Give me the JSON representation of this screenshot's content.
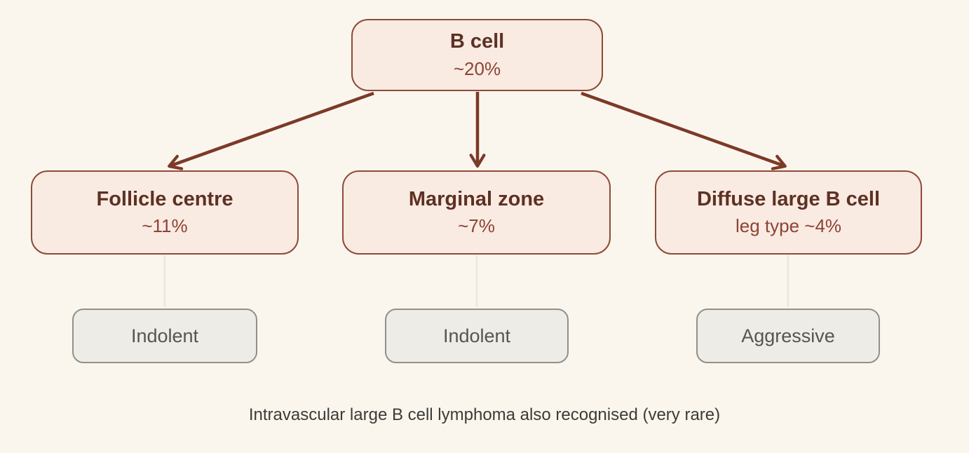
{
  "diagram": {
    "type": "flowchart",
    "root": {
      "title": "B cell",
      "subtitle": "~20%"
    },
    "children": [
      {
        "title": "Follicle centre",
        "subtitle": "~11%",
        "behaviour": "Indolent"
      },
      {
        "title": "Marginal zone",
        "subtitle": "~7%",
        "behaviour": "Indolent"
      },
      {
        "title": "Diffuse large B cell",
        "subtitle": "leg type ~4%",
        "behaviour": "Aggressive"
      }
    ],
    "footnote": "Intravascular large B cell lymphoma also recognised (very rare)",
    "colors": {
      "background": "#faf6ee",
      "node_fill": "#f9eae2",
      "node_border": "#8e4b37",
      "title_text": "#5d3123",
      "subtitle_text": "#8c4434",
      "arrow": "#7c3a27",
      "behaviour_fill": "#eeece6",
      "behaviour_border": "#90908a",
      "behaviour_text": "#56554e",
      "footnote_text": "#3c3b37",
      "connector": "#ece7de"
    }
  }
}
